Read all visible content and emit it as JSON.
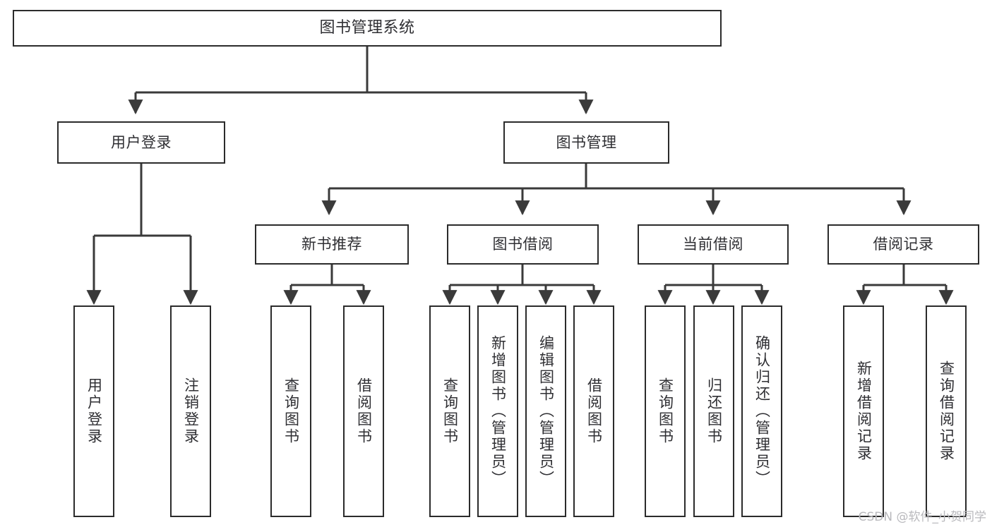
{
  "title": "图书管理系统",
  "watermark": "CSDN @软件_小贺同学",
  "theme": {
    "background": "#ffffff",
    "box_border": "#2b2b2b",
    "box_fill": "#ffffff",
    "text": "#2f2f33",
    "connector": "#3a3a3a",
    "watermark": "#b9b9bd"
  },
  "chart_data": {
    "type": "diagram",
    "diagram_kind": "functional-structure-tree",
    "title": "图书管理系统",
    "orientation": "top-down",
    "levels": 4,
    "nodes": [
      {
        "id": "root",
        "label": "图书管理系统",
        "level": 0,
        "parent": null,
        "orientation": "horizontal"
      },
      {
        "id": "n1",
        "label": "用户登录",
        "level": 1,
        "parent": "root",
        "orientation": "horizontal"
      },
      {
        "id": "n2",
        "label": "图书管理",
        "level": 1,
        "parent": "root",
        "orientation": "horizontal"
      },
      {
        "id": "n2a",
        "label": "新书推荐",
        "level": 2,
        "parent": "n2",
        "orientation": "horizontal"
      },
      {
        "id": "n2b",
        "label": "图书借阅",
        "level": 2,
        "parent": "n2",
        "orientation": "horizontal"
      },
      {
        "id": "n2c",
        "label": "当前借阅",
        "level": 2,
        "parent": "n2",
        "orientation": "horizontal"
      },
      {
        "id": "n2d",
        "label": "借阅记录",
        "level": 2,
        "parent": "n2",
        "orientation": "horizontal"
      },
      {
        "id": "l1",
        "label": "用户登录",
        "level": 3,
        "parent": "n1",
        "orientation": "vertical"
      },
      {
        "id": "l2",
        "label": "注销登录",
        "level": 3,
        "parent": "n1",
        "orientation": "vertical"
      },
      {
        "id": "l3",
        "label": "查询图书",
        "level": 3,
        "parent": "n2a",
        "orientation": "vertical"
      },
      {
        "id": "l4",
        "label": "借阅图书",
        "level": 3,
        "parent": "n2a",
        "orientation": "vertical"
      },
      {
        "id": "l5",
        "label": "查询图书",
        "level": 3,
        "parent": "n2b",
        "orientation": "vertical"
      },
      {
        "id": "l6",
        "label": "新增图书（管理员）",
        "level": 3,
        "parent": "n2b",
        "orientation": "vertical"
      },
      {
        "id": "l7",
        "label": "编辑图书（管理员）",
        "level": 3,
        "parent": "n2b",
        "orientation": "vertical"
      },
      {
        "id": "l8",
        "label": "借阅图书",
        "level": 3,
        "parent": "n2b",
        "orientation": "vertical"
      },
      {
        "id": "l9",
        "label": "查询图书",
        "level": 3,
        "parent": "n2c",
        "orientation": "vertical"
      },
      {
        "id": "l10",
        "label": "归还图书",
        "level": 3,
        "parent": "n2c",
        "orientation": "vertical"
      },
      {
        "id": "l11",
        "label": "确认归还（管理员）",
        "level": 3,
        "parent": "n2c",
        "orientation": "vertical"
      },
      {
        "id": "l12",
        "label": "新增借阅记录",
        "level": 3,
        "parent": "n2d",
        "orientation": "vertical"
      },
      {
        "id": "l13",
        "label": "查询借阅记录",
        "level": 3,
        "parent": "n2d",
        "orientation": "vertical"
      }
    ],
    "edges": [
      {
        "from": "root",
        "to": "n1"
      },
      {
        "from": "root",
        "to": "n2"
      },
      {
        "from": "n2",
        "to": "n2a"
      },
      {
        "from": "n2",
        "to": "n2b"
      },
      {
        "from": "n2",
        "to": "n2c"
      },
      {
        "from": "n2",
        "to": "n2d"
      },
      {
        "from": "n1",
        "to": "l1"
      },
      {
        "from": "n1",
        "to": "l2"
      },
      {
        "from": "n2a",
        "to": "l3"
      },
      {
        "from": "n2a",
        "to": "l4"
      },
      {
        "from": "n2b",
        "to": "l5"
      },
      {
        "from": "n2b",
        "to": "l6"
      },
      {
        "from": "n2b",
        "to": "l7"
      },
      {
        "from": "n2b",
        "to": "l8"
      },
      {
        "from": "n2c",
        "to": "l9"
      },
      {
        "from": "n2c",
        "to": "l10"
      },
      {
        "from": "n2c",
        "to": "l11"
      },
      {
        "from": "n2d",
        "to": "l12"
      },
      {
        "from": "n2d",
        "to": "l13"
      }
    ]
  }
}
